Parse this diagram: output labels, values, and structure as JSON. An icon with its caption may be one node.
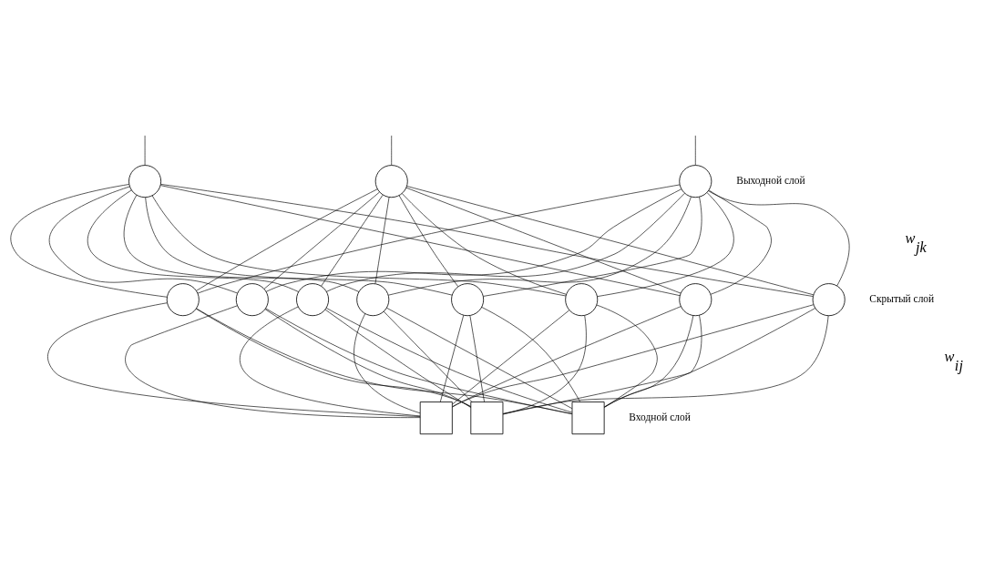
{
  "diagram": {
    "nodes": [
      {
        "text": [],
        "shape": "circle"
      },
      {
        "text": [],
        "shape": "circle"
      },
      {
        "text": [],
        "shape": "circle"
      },
      {
        "text": [],
        "shape": "circle"
      },
      {
        "text": [],
        "shape": "circle"
      },
      {
        "text": [],
        "shape": "circle"
      },
      {
        "text": [],
        "shape": "circle"
      },
      {
        "text": [],
        "shape": "circle"
      },
      {
        "text": [],
        "shape": "circle"
      },
      {
        "text": [],
        "shape": "circle"
      },
      {
        "text": [],
        "shape": "circle"
      },
      {
        "text": [],
        "shape": "box"
      },
      {
        "text": [],
        "shape": "box"
      },
      {
        "text": [],
        "shape": "box"
      }
    ],
    "edges": [
      {
        "from": 11,
        "to": 3,
        "arrow": "none"
      },
      {
        "from": 11,
        "to": 4,
        "arrow": "none"
      },
      {
        "from": 11,
        "to": 5,
        "arrow": "none"
      },
      {
        "from": 11,
        "to": 6,
        "arrow": "none"
      },
      {
        "from": 11,
        "to": 7,
        "arrow": "none"
      },
      {
        "from": 11,
        "to": 8,
        "arrow": "none"
      },
      {
        "from": 11,
        "to": 9,
        "arrow": "none"
      },
      {
        "from": 11,
        "to": 10,
        "arrow": "none"
      },
      {
        "from": 12,
        "to": 3,
        "arrow": "none"
      },
      {
        "from": 12,
        "to": 4,
        "arrow": "none"
      },
      {
        "from": 12,
        "to": 5,
        "arrow": "none"
      },
      {
        "from": 12,
        "to": 6,
        "arrow": "none"
      },
      {
        "from": 12,
        "to": 7,
        "arrow": "none"
      },
      {
        "from": 12,
        "to": 8,
        "arrow": "none"
      },
      {
        "from": 12,
        "to": 9,
        "arrow": "none"
      },
      {
        "from": 12,
        "to": 10,
        "arrow": "none"
      },
      {
        "from": 13,
        "to": 3,
        "arrow": "none"
      },
      {
        "from": 13,
        "to": 4,
        "arrow": "none"
      },
      {
        "from": 13,
        "to": 5,
        "arrow": "none"
      },
      {
        "from": 13,
        "to": 6,
        "arrow": "none"
      },
      {
        "from": 13,
        "to": 7,
        "arrow": "none"
      },
      {
        "from": 13,
        "to": 8,
        "arrow": "none"
      },
      {
        "from": 13,
        "to": 9,
        "arrow": "none"
      },
      {
        "from": 13,
        "to": 10,
        "arrow": "none"
      },
      {
        "from": 3,
        "to": 0,
        "arrow": "none"
      },
      {
        "from": 3,
        "to": 1,
        "arrow": "none"
      },
      {
        "from": 3,
        "to": 2,
        "arrow": "none"
      },
      {
        "from": 4,
        "to": 0,
        "arrow": "none"
      },
      {
        "from": 4,
        "to": 1,
        "arrow": "none"
      },
      {
        "from": 4,
        "to": 2,
        "arrow": "none"
      },
      {
        "from": 5,
        "to": 0,
        "arrow": "none"
      },
      {
        "from": 5,
        "to": 1,
        "arrow": "none"
      },
      {
        "from": 5,
        "to": 2,
        "arrow": "none"
      },
      {
        "from": 6,
        "to": 0,
        "arrow": "none"
      },
      {
        "from": 6,
        "to": 1,
        "arrow": "none"
      },
      {
        "from": 6,
        "to": 2,
        "arrow": "none"
      },
      {
        "from": 7,
        "to": 0,
        "arrow": "none"
      },
      {
        "from": 7,
        "to": 1,
        "arrow": "none"
      },
      {
        "from": 7,
        "to": 2,
        "arrow": "none"
      },
      {
        "from": 8,
        "to": 0,
        "arrow": "none"
      },
      {
        "from": 8,
        "to": 1,
        "arrow": "none"
      },
      {
        "from": 8,
        "to": 2,
        "arrow": "none"
      },
      {
        "from": 9,
        "to": 0,
        "arrow": "none"
      },
      {
        "from": 9,
        "to": 1,
        "arrow": "none"
      },
      {
        "from": 9,
        "to": 2,
        "arrow": "none"
      },
      {
        "from": 10,
        "to": 0,
        "arrow": "none"
      },
      {
        "from": 10,
        "to": 1,
        "arrow": "none"
      },
      {
        "from": 10,
        "to": 2,
        "arrow": "none"
      },
      {
        "from": 0,
        "to": null,
        "arrow": "none"
      },
      {
        "from": 1,
        "to": null,
        "arrow": "none"
      },
      {
        "from": 2,
        "to": null,
        "arrow": "none"
      }
    ],
    "labels": [
      "Выходной слой",
      "w$_{jk}$",
      "Скрытый слой",
      "w$_{ij}$",
      "Входной слой"
    ]
  }
}
